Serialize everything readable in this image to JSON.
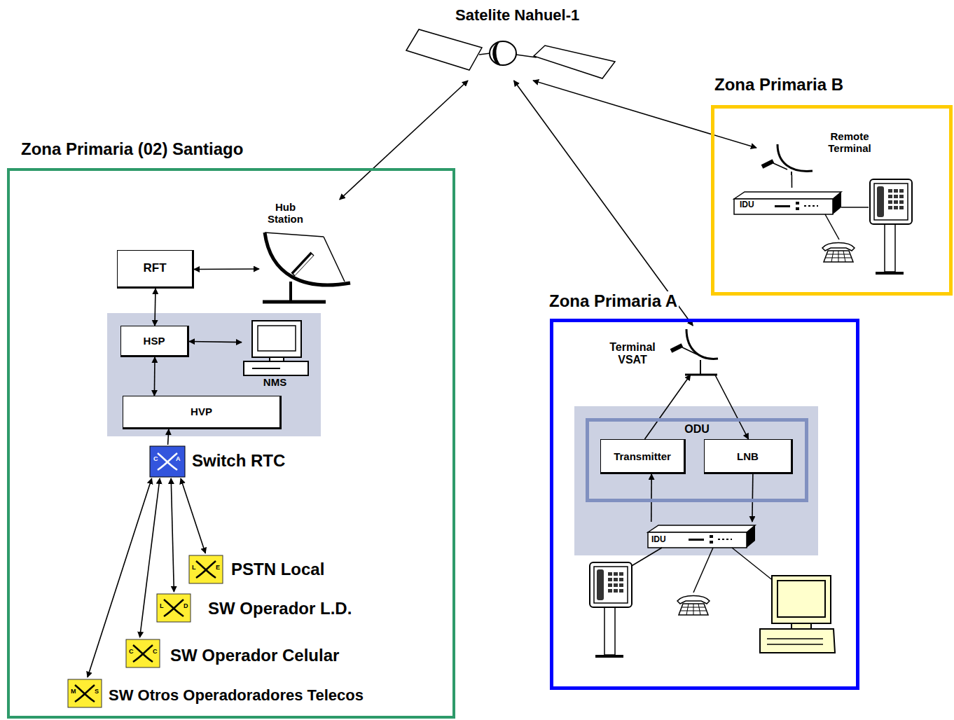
{
  "diagram": {
    "nodes": [
      {
        "text": [
          "Satelite Nahuel-1"
        ]
      },
      {
        "text": [
          "Zona Primaria (02) Santiago"
        ]
      },
      {
        "text": [
          "Hub Station"
        ],
        "in": 1
      },
      {
        "text": [
          "RFT"
        ],
        "in": 1
      },
      {
        "text": [
          "HSP"
        ],
        "in": 1
      },
      {
        "text": [
          "NMS"
        ],
        "in": 1
      },
      {
        "text": [
          "HVP"
        ],
        "in": 1
      },
      {
        "text": [
          "Switch RTC"
        ],
        "in": 1
      },
      {
        "text": [
          "PSTN Local"
        ],
        "in": 1
      },
      {
        "text": [
          "SW Operador L.D."
        ],
        "in": 1
      },
      {
        "text": [
          "SW Operador Celular"
        ],
        "in": 1
      },
      {
        "text": [
          "SW Otros Operadoradores Telecos"
        ],
        "in": 1
      },
      {
        "text": [
          "Zona Primaria B"
        ]
      },
      {
        "text": [
          "Remote Terminal"
        ],
        "in": 12
      },
      {
        "text": [
          "IDU"
        ],
        "in": 12
      },
      {
        "text": [
          "Zona Primaria A"
        ]
      },
      {
        "text": [
          "Terminal VSAT"
        ],
        "in": 15
      },
      {
        "text": [
          "ODU"
        ],
        "in": 15
      },
      {
        "text": [
          "Transmitter"
        ],
        "in": 17
      },
      {
        "text": [
          "LNB"
        ],
        "in": 17
      },
      {
        "text": [
          "IDU"
        ],
        "in": 15
      }
    ],
    "edges": [
      {
        "from": 0,
        "to": 2,
        "arrow": "both"
      },
      {
        "from": 0,
        "to": 16,
        "arrow": "both"
      },
      {
        "from": 0,
        "to": 13,
        "arrow": "both"
      },
      {
        "from": 3,
        "to": 2,
        "arrow": "both"
      },
      {
        "from": 3,
        "to": 4,
        "arrow": "both"
      },
      {
        "from": 4,
        "to": 5,
        "arrow": "both"
      },
      {
        "from": 4,
        "to": 6,
        "arrow": "both"
      },
      {
        "from": 7,
        "to": 6,
        "arrow": "to"
      },
      {
        "from": 7,
        "to": 8,
        "arrow": "both"
      },
      {
        "from": 7,
        "to": 9,
        "arrow": "both"
      },
      {
        "from": 7,
        "to": 10,
        "arrow": "both"
      },
      {
        "from": 7,
        "to": 11,
        "arrow": "both"
      },
      {
        "from": 13,
        "to": 14,
        "arrow": "none"
      },
      {
        "from": 16,
        "to": 19,
        "arrow": "to"
      },
      {
        "from": 18,
        "to": 16,
        "arrow": "to"
      },
      {
        "from": 19,
        "to": 20,
        "arrow": "to"
      },
      {
        "from": 20,
        "to": 18,
        "arrow": "to"
      }
    ],
    "labels": [
      "C",
      "A",
      "L",
      "E",
      "L",
      "D",
      "C",
      "C",
      "M",
      "S"
    ]
  }
}
